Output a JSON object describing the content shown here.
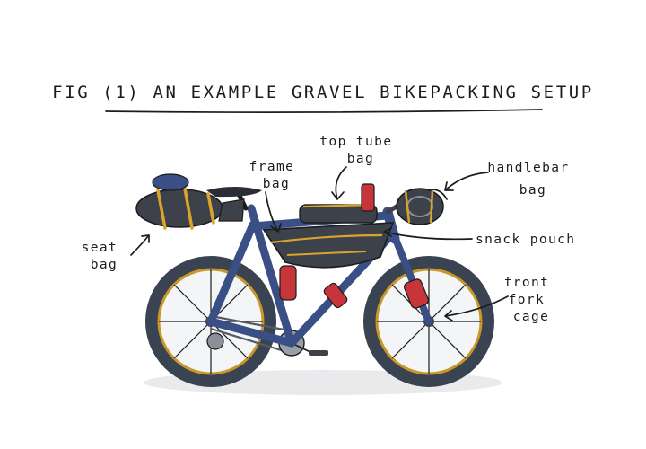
{
  "title": "FIG (1) AN EXAMPLE GRAVEL BIKEPACKING SETUP",
  "labels": {
    "top_tube_bag": [
      "top tube",
      "bag"
    ],
    "frame_bag": [
      "frame",
      "bag"
    ],
    "handlebar_bag": [
      "handlebar",
      "bag"
    ],
    "seat_bag": [
      "seat",
      "bag"
    ],
    "snack_pouch": [
      "snack pouch"
    ],
    "front_fork_cage": [
      "front",
      "fork",
      "cage"
    ]
  },
  "colors": {
    "ink": "#1c1c1c",
    "frame_blue": "#3a4f85",
    "tire": "#3a4352",
    "rim_gold": "#c9962a",
    "bag_dark": "#3d4149",
    "strap_yellow": "#d8a42c",
    "bottle_red": "#c7343a"
  }
}
